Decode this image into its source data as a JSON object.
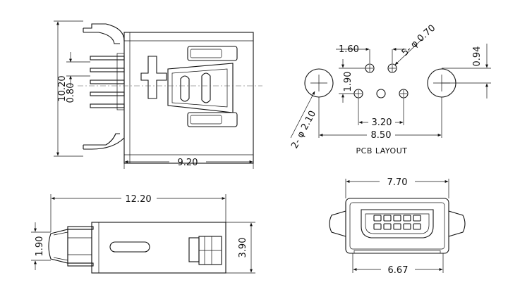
{
  "top_view": {
    "height_total": "10.20",
    "pin_pitch": "0.80",
    "length": "9.20"
  },
  "pcb_layout": {
    "caption": "PCB LAYOUT",
    "pad_spacing": "1.60",
    "small_holes": "5- φ 0.70",
    "row_offset": "1.90",
    "large_holes": "2- φ 2.10",
    "vertical_offset": "0.94",
    "inner_spacing": "3.20",
    "outer_spacing": "8.50"
  },
  "side_view": {
    "length": "12.20",
    "plug_height": "1.90",
    "body_height": "3.90"
  },
  "front_view": {
    "outer_width": "7.70",
    "inner_width": "6.67"
  }
}
